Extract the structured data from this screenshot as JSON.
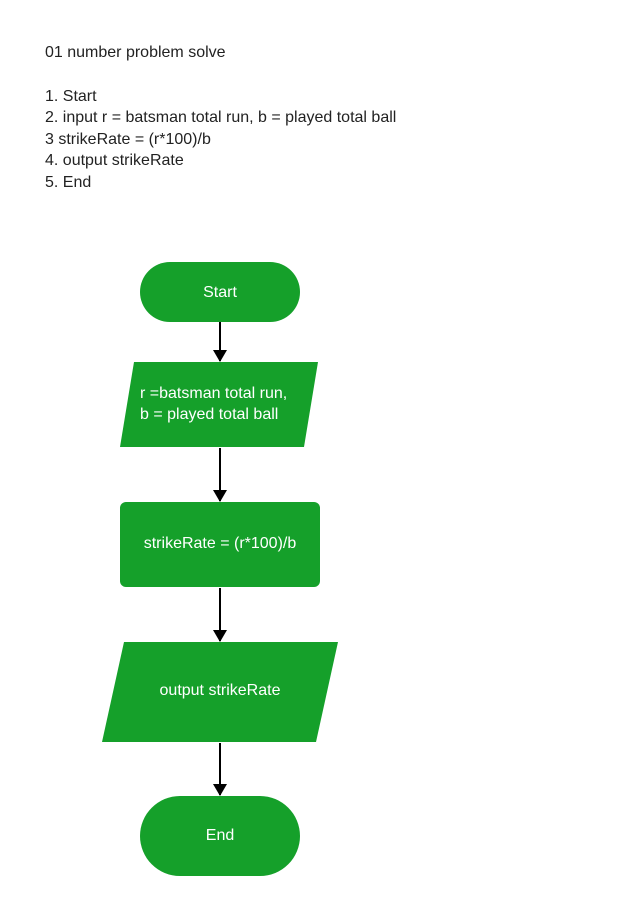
{
  "notes": {
    "heading": "01 number problem solve",
    "steps": [
      "1. Start",
      "2. input r = batsman total run, b = played total ball",
      "3 strikeRate = (r*100)/b",
      "4. output strikeRate",
      "5. End"
    ]
  },
  "flowchart": {
    "fill_color": "#15a02a",
    "text_color": "#ffffff",
    "arrow_color": "#000000",
    "start": {
      "label": "Start"
    },
    "input": {
      "line1": "r =batsman total run,",
      "line2": "b = played total ball"
    },
    "process": {
      "label": "strikeRate = (r*100)/b"
    },
    "output": {
      "label": "output strikeRate"
    },
    "end": {
      "label": "End"
    }
  }
}
